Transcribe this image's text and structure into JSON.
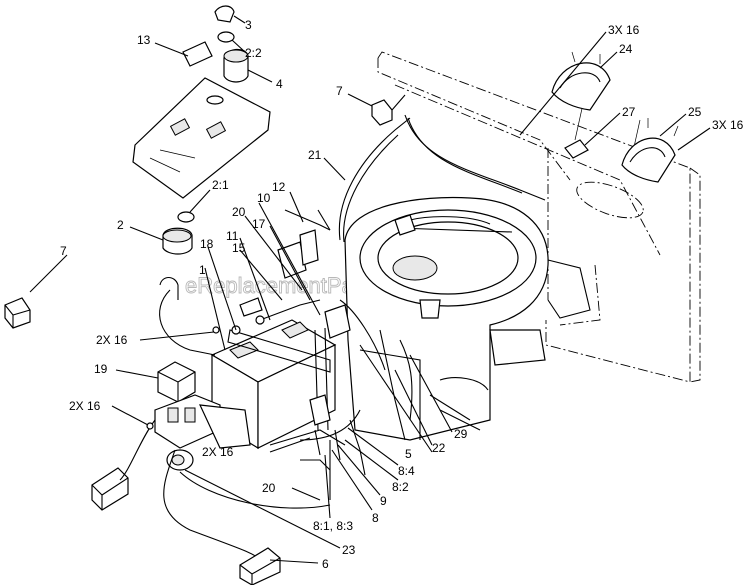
{
  "watermark": "eReplacementParts.com",
  "callouts": {
    "c3": "3",
    "c2_2": "2:2",
    "c13": "13",
    "c4": "4",
    "c3x16_top": "3X 16",
    "c24": "24",
    "c7_top": "7",
    "c27": "27",
    "c25": "25",
    "c3x16_right": "3X 16",
    "c21": "21",
    "c2_1": "2:1",
    "c10": "10",
    "c12": "12",
    "c20_top": "20",
    "c17": "17",
    "c2": "2",
    "c11": "11",
    "c15": "15",
    "c18": "18",
    "c1": "1",
    "c7_left": "7",
    "c2x16_a": "2X 16",
    "c19": "19",
    "c2x16_b": "2X 16",
    "c2x16_c": "2X 16",
    "c5": "5",
    "c22": "22",
    "c29": "29",
    "c8_4": "8:4",
    "c8_2": "8:2",
    "c9": "9",
    "c8": "8",
    "c20_bottom": "20",
    "c8_1_8_3": "8:1, 8:3",
    "c23": "23",
    "c6": "6"
  }
}
